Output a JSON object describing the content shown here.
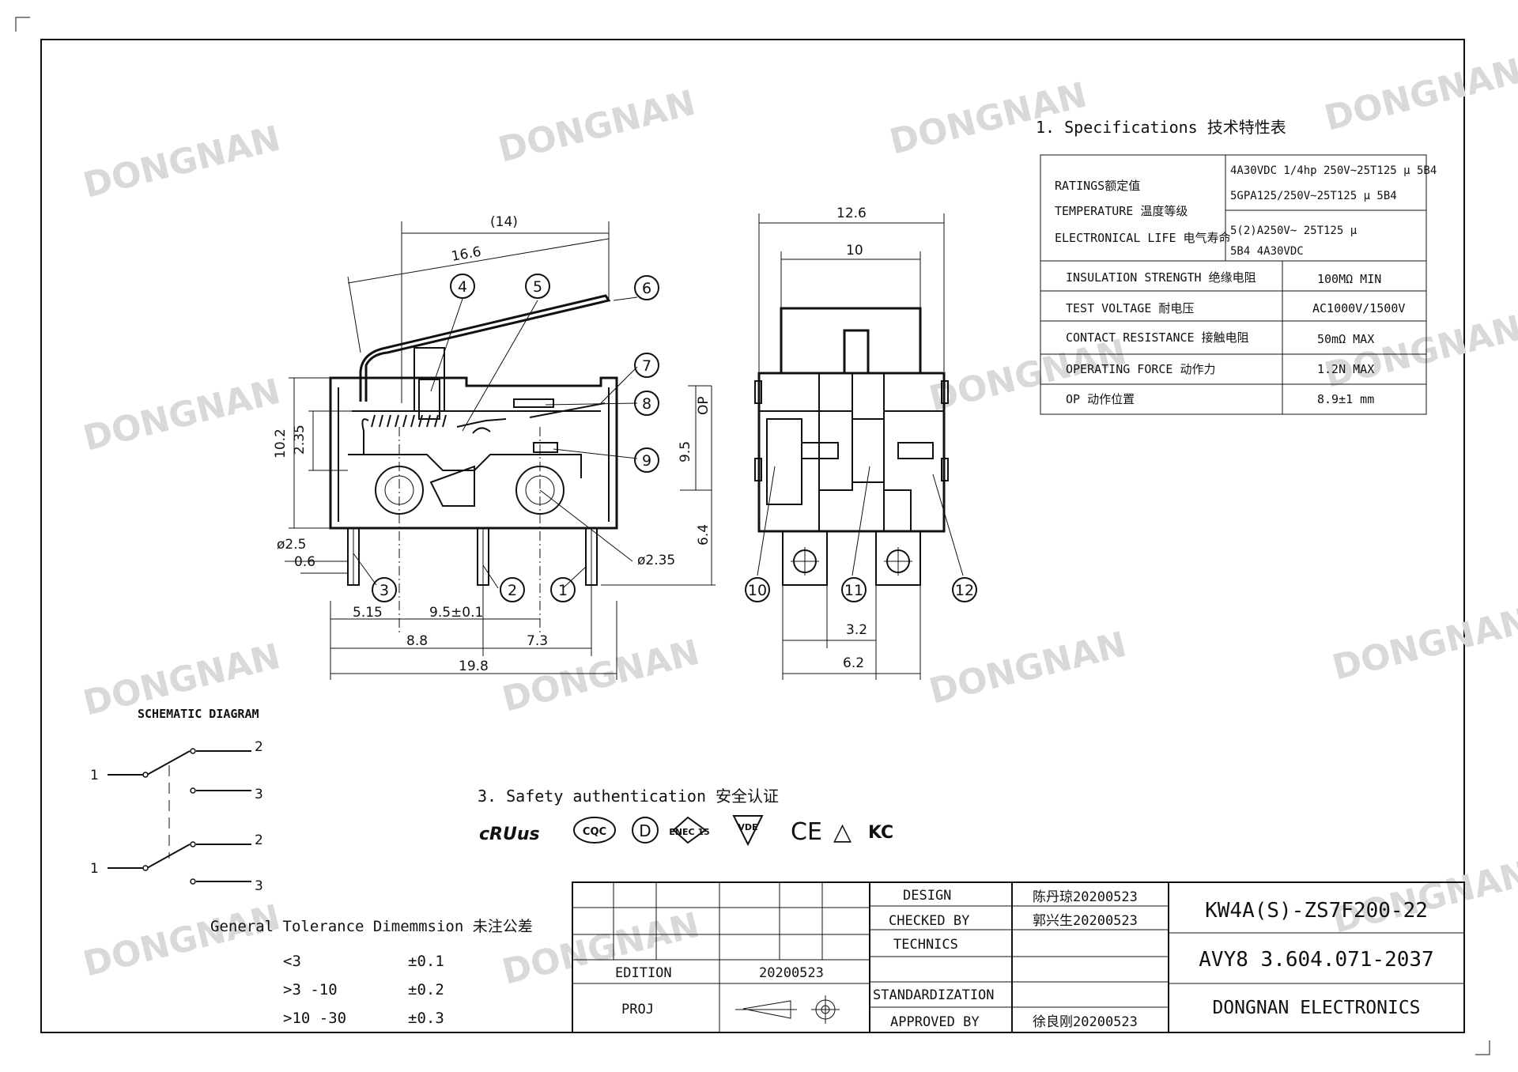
{
  "brand_watermark": "DONGNAN",
  "specs": {
    "heading": "1. Specifications  技术特性表",
    "ratings_labels": [
      "RATINGS额定值",
      "TEMPERATURE 温度等级",
      "ELECTRONICAL LIFE 电气寿命"
    ],
    "ratings_values": [
      "4A30VDC 1/4hp 250V~25T125 μ 5B4",
      "5GPA125/250V~25T125  μ  5B4",
      "5(2)A250V~ 25T125  μ",
      "5B4  4A30VDC"
    ],
    "rows": [
      {
        "label": "INSULATION STRENGTH 绝缘电阻",
        "value": "100MΩ MIN"
      },
      {
        "label": "TEST VOLTAGE 耐电压",
        "value": "AC1000V/1500V"
      },
      {
        "label": "CONTACT RESISTANCE 接触电阻",
        "value": "50mΩ MAX"
      },
      {
        "label": "OPERATING FORCE 动作力",
        "value": "1.2N MAX"
      },
      {
        "label": "OP 动作位置",
        "value": "8.9±1 mm"
      }
    ]
  },
  "side_view_dims": {
    "d14": "(14)",
    "d166": "16.6",
    "d102": "10.2",
    "d235": "2.35",
    "d95": "9.5",
    "dop": "OP",
    "d64": "6.4",
    "d25": "ø2.5",
    "d06": "0.6",
    "d235b": "ø2.35",
    "d515": "5.15",
    "d95b": "9.5±0.1",
    "d88": "8.8",
    "d73": "7.3",
    "d198": "19.8"
  },
  "front_view_dims": {
    "d126": "12.6",
    "d10": "10",
    "d32": "3.2",
    "d62": "6.2"
  },
  "callouts": [
    "1",
    "2",
    "3",
    "4",
    "5",
    "6",
    "7",
    "8",
    "9",
    "10",
    "11",
    "12"
  ],
  "schematic": {
    "title": "SCHEMATIC DIAGRAM",
    "labels": [
      "1",
      "2",
      "3",
      "1",
      "2",
      "3"
    ]
  },
  "safety": {
    "heading": "3. Safety authentication  安全认证",
    "marks": [
      "cRUus",
      "CQC",
      "D",
      "ENEC 15",
      "VDE",
      "CE",
      "△",
      "KC"
    ]
  },
  "tolerance": {
    "heading": "General Tolerance Dimemmsion 未注公差",
    "rows": [
      {
        "range": "<3",
        "tol": "±0.1"
      },
      {
        "range": ">3 -10",
        "tol": "±0.2"
      },
      {
        "range": ">10 -30",
        "tol": "±0.3"
      }
    ]
  },
  "title_block": {
    "design_label": "DESIGN",
    "design_value": "陈丹琼20200523",
    "checked_label": "CHECKED BY",
    "checked_value": "郭兴生20200523",
    "technics_label": "TECHNICS",
    "standard_label": "STANDARDIZATION",
    "approved_label": "APPROVED BY",
    "approved_value": "徐良刚20200523",
    "edition_label": "EDITION",
    "edition_value": "20200523",
    "proj_label": "PROJ",
    "model": "KW4A(S)-ZS7F200-22",
    "drawing_no": "AVY8 3.604.071-2037",
    "company": "DONGNAN ELECTRONICS"
  }
}
